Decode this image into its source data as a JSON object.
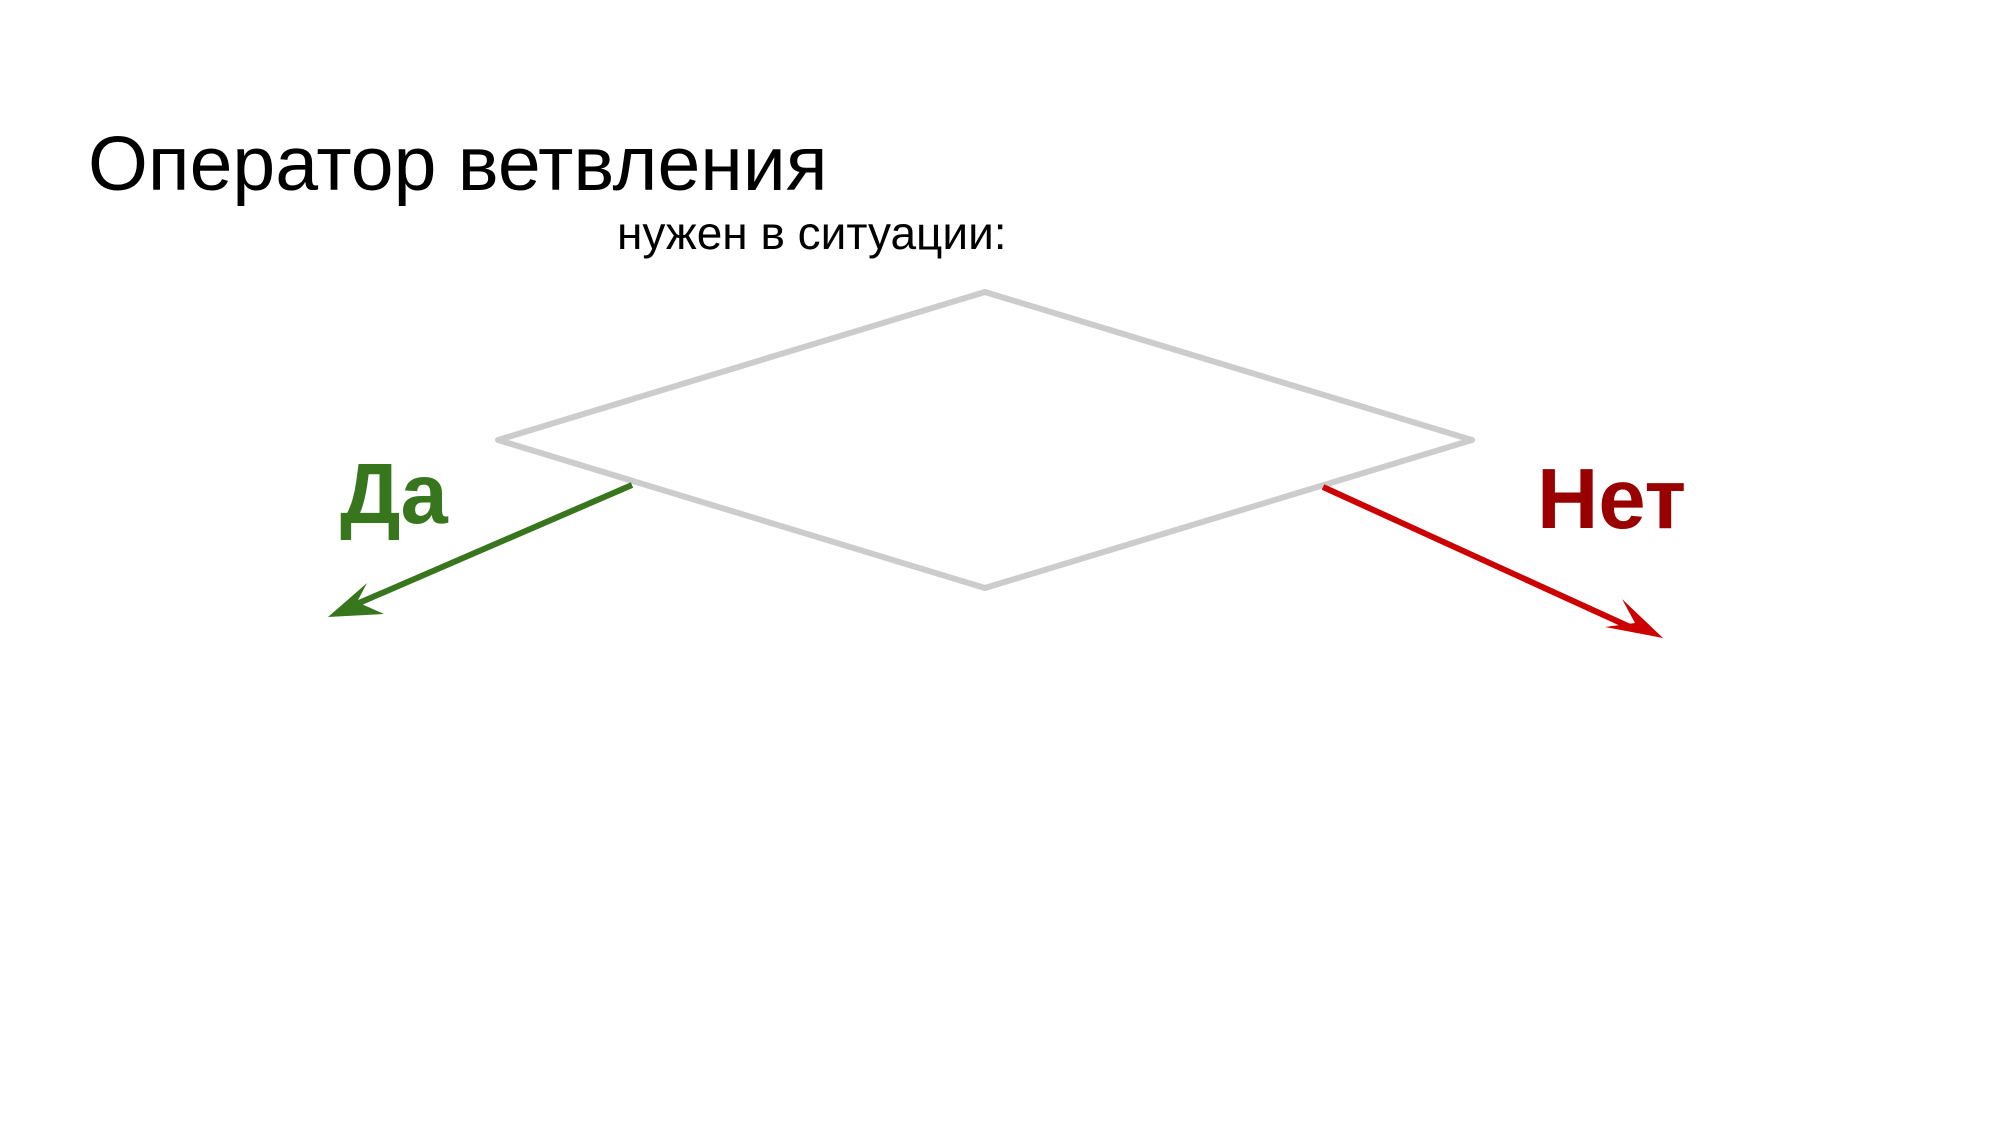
{
  "slide": {
    "title": "Оператор ветвления",
    "subtitle": "нужен в ситуации:"
  },
  "diagram": {
    "shape": "decision-diamond",
    "diamond_color": "#cccccc",
    "yes_branch": {
      "label": "Да",
      "label_color": "#38761d",
      "arrow_color": "#38761d",
      "direction": "down-left"
    },
    "no_branch": {
      "label": "Нет",
      "label_color": "#990000",
      "arrow_color": "#cc0000",
      "direction": "down-right"
    }
  }
}
